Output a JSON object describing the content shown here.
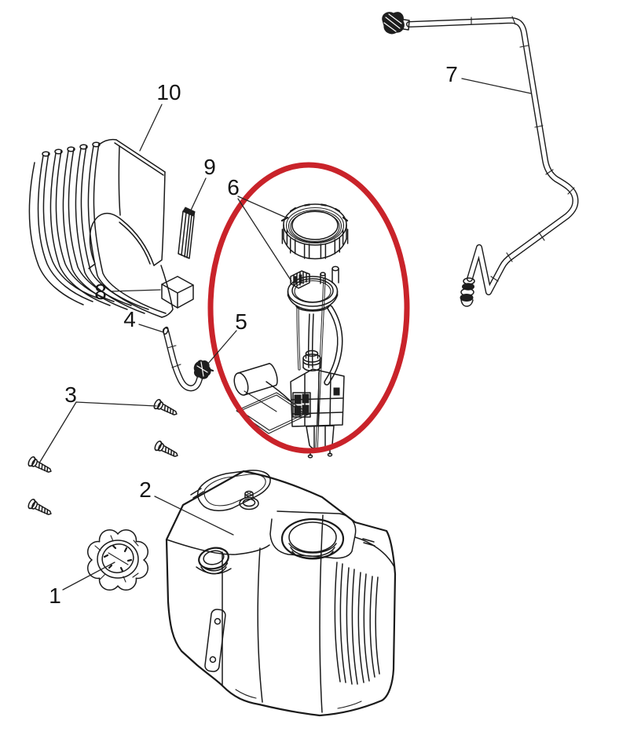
{
  "diagram": {
    "background": "#ffffff",
    "line_color": "#1a1a1a",
    "highlight_color": "#c9232a",
    "labels": {
      "part1": "1",
      "part2": "2",
      "part3": "3",
      "part4": "4",
      "part5": "5",
      "part6": "6",
      "part7": "7",
      "part8": "8",
      "part9": "9",
      "part10": "10"
    }
  }
}
